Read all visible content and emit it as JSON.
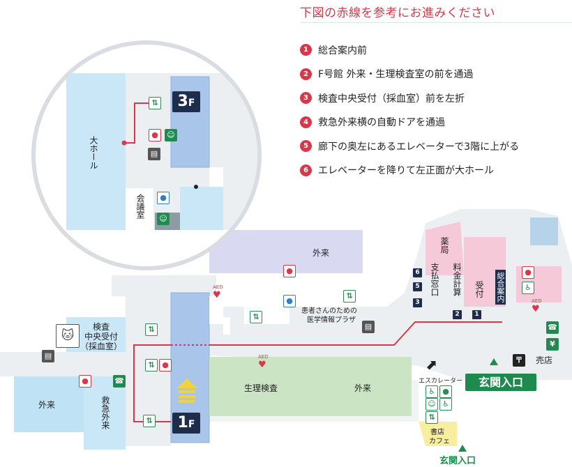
{
  "heading": "下図の赤線を参考にお進みください",
  "steps": [
    {
      "num": "1",
      "text": "総合案内前"
    },
    {
      "num": "2",
      "text": "F号館 外来・生理検査室の前を通過"
    },
    {
      "num": "3",
      "text": "検査中央受付（採血室）前を左折"
    },
    {
      "num": "4",
      "text": "救急外来横の自動ドアを通過"
    },
    {
      "num": "5",
      "text": "廊下の奥左にあるエレベーターで3階に上がる"
    },
    {
      "num": "6",
      "text": "エレベーターを降りて左正面が大ホール"
    }
  ],
  "map": {
    "floor_3f": "3",
    "floor_1f": "1",
    "floor_suffix": "F",
    "great_hall": "大ホール",
    "meeting_room": "会議室",
    "outpatient": "外来",
    "pharmacy": "薬局",
    "payment_window": "支払窓口",
    "billing": "料金計算",
    "reception": "受付",
    "info_desk": "総合案内",
    "test_reception_line1": "検査",
    "test_reception_line2": "中央受付",
    "test_reception_line3": "（採血室）",
    "emergency": "救急外来",
    "physiology": "生理検査",
    "patient_plaza_line1": "患者さんのための",
    "patient_plaza_line2": "医学情報プラザ",
    "escalator": "エスカレーター",
    "shop": "売店",
    "bookstore_line1": "書店",
    "bookstore_line2": "カフェ",
    "main_entrance": "玄関入口",
    "aed": "AED",
    "window_numbers_left": [
      "6",
      "5",
      "3"
    ],
    "window_numbers_bottom": [
      "2",
      "1"
    ]
  },
  "colors": {
    "route": "#d8384a",
    "accent": "#1f8a4e",
    "navy": "#1f2d4d",
    "building_blue": "#a9c6ea",
    "light_blue": "#c9e7f7",
    "green_area": "#cbe4c3",
    "pink_area": "#f6c9d8",
    "purple_area": "#d9daf2"
  }
}
